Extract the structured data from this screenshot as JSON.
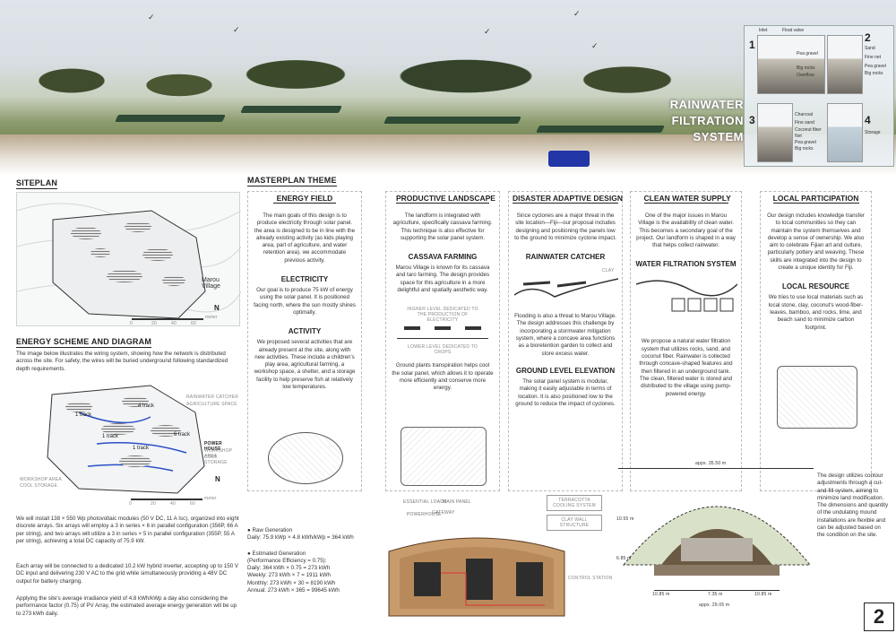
{
  "filtration": {
    "title_lines": [
      "RAINWATER",
      "FILTRATION",
      "SYSTEM"
    ],
    "steps": [
      {
        "number": "1",
        "labels": [
          "Inlet",
          "Float valve",
          "Pea gravel",
          "Big rocks",
          "Overflow"
        ]
      },
      {
        "number": "2",
        "labels": [
          "Sand",
          "Fine net",
          "Pea gravel",
          "Big rocks"
        ]
      },
      {
        "number": "3",
        "labels": [
          "Charcoal",
          "Fine sand",
          "Coconut fiber",
          "Net",
          "Pea gravel",
          "Big rocks"
        ]
      },
      {
        "number": "4",
        "labels": [
          "Storage"
        ]
      }
    ]
  },
  "siteplan": {
    "heading": "SITEPLAN",
    "village_label": "Marou Village",
    "north": "N",
    "scale": [
      "0",
      "20",
      "40",
      "60"
    ],
    "scale_unit": "meter"
  },
  "energy_scheme": {
    "heading": "ENERGY SCHEME AND DIAGRAM",
    "intro": "The image below illustrates the wiring system, showing how the network is distributed across the site. For safety, the wires will be buried underground following standardized depth requirements.",
    "tracks": [
      "4 track",
      "1 track",
      "6 track",
      "1 track",
      "1 track"
    ],
    "labels": {
      "rainwater_catcher": "RAINWATER CATCHER",
      "agri_space": "AGRICULTURE SPACE",
      "power_house": "POWER HOUSE",
      "workshop_area": "WORKSHOP AREA",
      "cool_storage": "COOL STORAGE",
      "workshop_area_2": "WORKSHOP AREA",
      "cool_storage_2": "COOL STORAGE"
    },
    "north": "N",
    "scale": [
      "0",
      "20",
      "40",
      "60"
    ],
    "scale_unit": "meter",
    "para1": "We will install 138 × 550 Wp photovoltaic modules (50 V DC, 11 A Isc), organized into eight discrete arrays. Six arrays will employ a 3 in series × 6 in parallel configuration (356P, 66 A per string), and two arrays will utilize a 3 in series × 5 in parallel configuration (355P, 55 A per string), achieving a total DC capacity of 75.9 kW.",
    "para2": "Each array will be connected to a dedicated 10.2 kW hybrid inverter, accepting up to 150 V DC input and delivering 230 V AC to the grid while simultaneously providing a 48V DC output for battery charging.",
    "para3": "Applying the site's average irradiance yield of 4.8 kWh/kWp a day also considering the performance factor (0.75) of PV Array, the estimated average energy generation will be up to 273 kWh daily."
  },
  "generation": {
    "raw_title": "Raw Generation",
    "raw_daily": "Daily: 75.9 kWp × 4.8 kWh/kWp = 364 kWh",
    "est_title": "Estimated Generation",
    "est_note": "(Performance Efficiency = 0.75):",
    "est_daily": "Daily: 364 kWh × 0.75 = 273 kWh",
    "est_weekly": "Weekly: 273 kWh × 7 = 1911 kWh",
    "est_monthly": "Monthly: 273 kWh × 30 = 8190 kWh",
    "est_annual": "Annual: 273 kWh × 365 = 99645 kWh"
  },
  "masterplan": {
    "heading": "MASTERPLAN THEME",
    "energy": {
      "title": "ENERGY FIELD",
      "text": "The main goals of this design is to produce electricity through solar panel. the area is designed to be in line with the already existing activity (as kids playing area, part of agriculture, and water retention area). we accommodate previous activity.",
      "sub1": "ELECTRICITY",
      "sub1_text": "Our goal is to produce 75 kW of energy using the solar panel. It is positioned facing north, where the sun mostly shines optimally.",
      "sub2": "ACTIVITY",
      "sub2_text": "We proposed several activities that are already present at the site, along with new activities. These include a children's play area, agricultural farming, a workshop space, a shelter, and a storage facility to help preserve fish at relatively low temperatures."
    },
    "productive": {
      "title": "PRODUCTIVE LANDSCAPE",
      "text": "The landform is integrated with agriculture, specifically cassava farming. This technique is also effective for supporting the solar panel system.",
      "sub1": "CASSAVA FARMING",
      "sub1_text": "Marou Village is known for its cassava and taro farming. The design provides space for this agriculture in a more delightful and spatially aesthetic way.",
      "diag_top": "HIGHER LEVEL DEDICATED TO THE PRODUCTION OF ELECTRICITY",
      "diag_bottom": "LOWER LEVEL DEDICATED TO CROPS",
      "sub2_text": "Ground plants transpiration helps cool the solar panel, which allows it to operate more efficiently and conserve more energy."
    },
    "disaster": {
      "title": "DISASTER ADAPTIVE DESIGN",
      "text": "Since cyclones are a major threat in the site location—Fiji—our proposal includes designing and positioning the panels low to the ground to minimize cyclone impact.",
      "sub1": "RAINWATER CATCHER",
      "clay": "CLAY",
      "sub1_text": "Flooding is also a threat to Marou Village. The design addresses this challenge by incorporating a stormwater mitigation system, where a concave area functions as a bioretention garden to collect and store excess water.",
      "sub2": "GROUND LEVEL ELEVATION",
      "sub2_text": "The solar panel system is modular, making it easily adjustable in terms of location. It is also positioned low to the ground to reduce the impact of cyclones."
    },
    "water": {
      "title": "CLEAN WATER SUPPLY",
      "text": "One of the major issues in Marou Village is the availability of clean water. This becomes a secondary goal of the project. Our landform is shaped in a way that helps collect rainwater.",
      "sub1": "WATER FILTRATION SYSTEM",
      "sub1_text": "We propose a natural water filtration system that utilizes rocks, sand, and coconut fiber. Rainwater is collected through concave-shaped features and then filtered in an underground tank. The clean, filtered water is stored and distributed to the village using pump-powered energy."
    },
    "local": {
      "title": "LOCAL PARTICIPATION",
      "text": "Our design includes knowledge transfer to local communities so they can maintain the system themselves and develop a sense of ownership. We also aim to celebrate Fijian art and culture, particularly pottery and weaving. These skills are integrated into the design to create a unique identity for Fiji.",
      "sub1": "LOCAL RESOURCE",
      "sub1_text": "We tries to use local materials such as local stone, clay, coconut's wood-fiber-leaves, bamboo, and rocks, lime, and beach sand to minimize carbon footprint."
    }
  },
  "section": {
    "labels": {
      "essential": "ESSENTIAL LOADS",
      "main_panel": "MAIN PANEL",
      "powerhouse": "POWERHOUSE",
      "gateway": "GATEWAY",
      "cooling": "TERRACOTTA COOLING SYSTEM",
      "claywall": "CLAY WALL STRUCTURE",
      "control": "CONTROL STATION"
    },
    "dims": {
      "top": "appx. 35.50 m",
      "h1": "10.55 m",
      "h2": "6.85 m",
      "b1": "10.85 m",
      "b2": "7.35 m",
      "b3": "10.85 m",
      "bottom": "appx. 29.05 m"
    },
    "note": "The design utilizes contour adjustments through a cut-and-fill system, aiming to minimize land modification. The dimensions and quantity of the undulating mound installations are flexible and can be adjusted based on the condition on the site."
  },
  "page_number": "2"
}
